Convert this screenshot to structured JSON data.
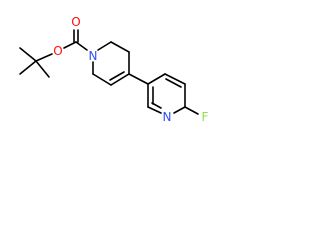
{
  "molecule": {
    "atoms": {
      "carbonyl_oxygen": "O",
      "ester_oxygen": "O",
      "ring_nitrogen": "N",
      "pyridine_nitrogen": "N",
      "fluorine": "F"
    },
    "colors": {
      "bond": "#000000",
      "oxygen": "#ff0d0d",
      "nitrogen": "#3050f8",
      "fluorine": "#90e050",
      "background": "#ffffff"
    }
  }
}
